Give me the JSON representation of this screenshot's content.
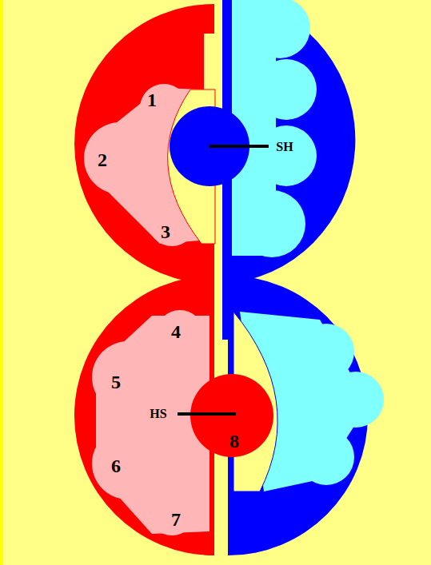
{
  "diagram": {
    "labels": [
      "1",
      "SH",
      "2",
      "3",
      "4",
      "5",
      "HS",
      "8",
      "6",
      "7"
    ]
  }
}
